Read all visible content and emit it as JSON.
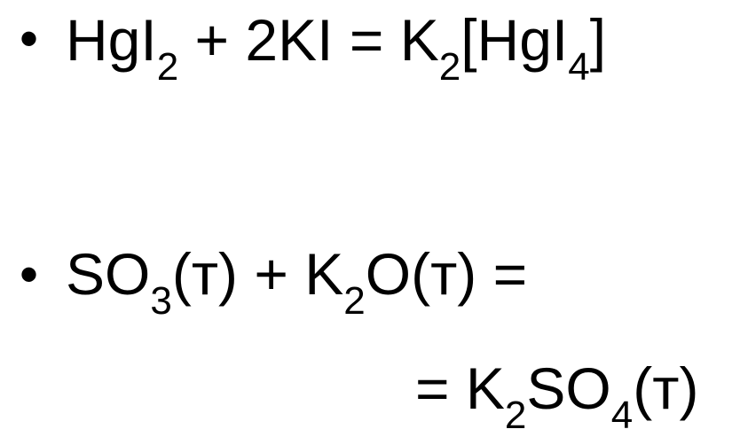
{
  "bullet_glyph": "•",
  "eq1": {
    "p1": "HgI",
    "s1": "2",
    "p2": " + 2KI = K",
    "s2": "2",
    "p3": "[HgI",
    "s3": "4",
    "p4": "]"
  },
  "eq2": {
    "line1": {
      "p1": "SO",
      "s1": "3",
      "p2": "(т) + K",
      "s2": "2",
      "p3": "O(т) ="
    },
    "line2": {
      "p1": "= K",
      "s1": "2",
      "p2": "SO",
      "s2": "4",
      "p3": "(т)"
    }
  }
}
